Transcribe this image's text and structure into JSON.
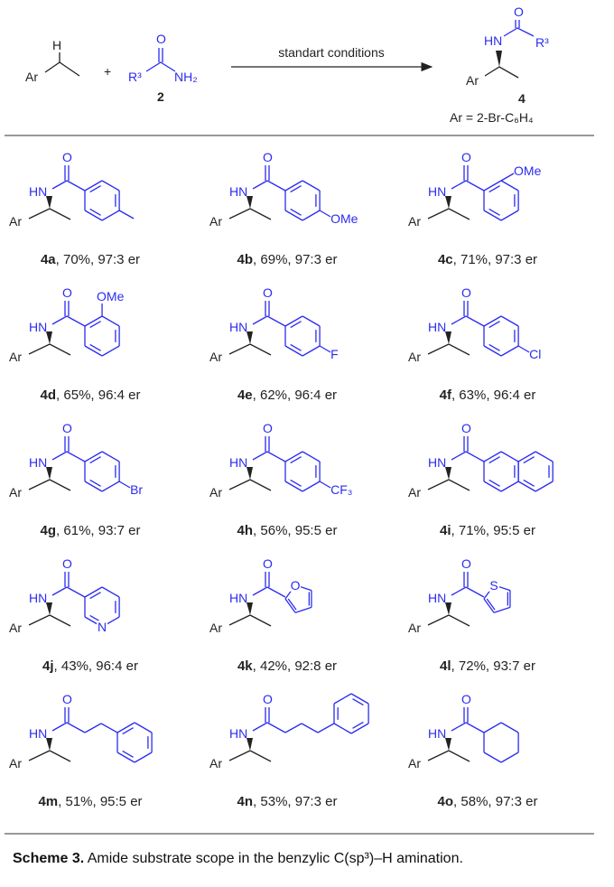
{
  "colors": {
    "product_blue": "#2b2bf0",
    "black": "#222222"
  },
  "scheme": {
    "substrate_ar": "Ar",
    "substrate_h": "H",
    "plus": "+",
    "amide_r": "R³",
    "amide_o": "O",
    "amide_nh2": "NH₂",
    "amide_number": "2",
    "arrow_label": "standart conditions",
    "product_hn": "HN",
    "product_o": "O",
    "product_r": "R³",
    "product_ar": "Ar",
    "product_number": "4",
    "ar_definition": "Ar = 2-Br-C₆H₄"
  },
  "core_labels": {
    "hn": "HN",
    "o": "O",
    "ar": "Ar"
  },
  "compounds": [
    {
      "id": "4a",
      "result": ", 70%, 97:3 er",
      "type": "para",
      "sub": ""
    },
    {
      "id": "4b",
      "result": ", 69%, 97:3 er",
      "type": "para",
      "sub": "OMe"
    },
    {
      "id": "4c",
      "result": ", 71%, 97:3 er",
      "type": "meta",
      "sub": "OMe"
    },
    {
      "id": "4d",
      "result": ", 65%, 96:4 er",
      "type": "ortho",
      "sub": "OMe"
    },
    {
      "id": "4e",
      "result": ", 62%, 96:4 er",
      "type": "para",
      "sub": "F"
    },
    {
      "id": "4f",
      "result": ", 63%, 96:4 er",
      "type": "para",
      "sub": "Cl"
    },
    {
      "id": "4g",
      "result": ", 61%, 93:7 er",
      "type": "para",
      "sub": "Br"
    },
    {
      "id": "4h",
      "result": ", 56%, 95:5 er",
      "type": "para",
      "sub": "CF₃"
    },
    {
      "id": "4i",
      "result": ", 71%, 95:5 er",
      "type": "naphthyl",
      "sub": ""
    },
    {
      "id": "4j",
      "result": ", 43%, 96:4 er",
      "type": "pyridyl",
      "sub": "N"
    },
    {
      "id": "4k",
      "result": ", 42%, 92:8 er",
      "type": "furyl",
      "sub": "O"
    },
    {
      "id": "4l",
      "result": ", 72%, 93:7 er",
      "type": "thienyl",
      "sub": "S"
    },
    {
      "id": "4m",
      "result": ", 51%, 95:5 er",
      "type": "chain2",
      "sub": ""
    },
    {
      "id": "4n",
      "result": ", 53%, 97:3 er",
      "type": "chain3",
      "sub": ""
    },
    {
      "id": "4o",
      "result": ", 58%, 97:3 er",
      "type": "cyclohexyl",
      "sub": ""
    }
  ],
  "caption": {
    "label": "Scheme 3.",
    "text": " Amide substrate scope in the benzylic C(sp³)–H amination."
  }
}
